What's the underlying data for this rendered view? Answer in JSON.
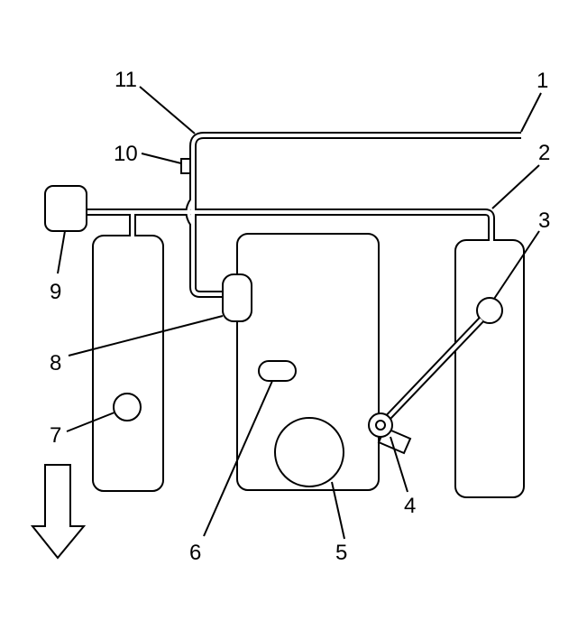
{
  "diagram": {
    "callouts": [
      {
        "id": "c1",
        "text": "1"
      },
      {
        "id": "c2",
        "text": "2"
      },
      {
        "id": "c3",
        "text": "3"
      },
      {
        "id": "c4",
        "text": "4"
      },
      {
        "id": "c5",
        "text": "5"
      },
      {
        "id": "c6",
        "text": "6"
      },
      {
        "id": "c7",
        "text": "7"
      },
      {
        "id": "c8",
        "text": "8"
      },
      {
        "id": "c9",
        "text": "9"
      },
      {
        "id": "c10",
        "text": "10"
      },
      {
        "id": "c11",
        "text": "11"
      }
    ],
    "colors": {
      "line": "#000000",
      "background": "#ffffff"
    },
    "icons": {
      "direction": "arrow-down-icon"
    }
  }
}
